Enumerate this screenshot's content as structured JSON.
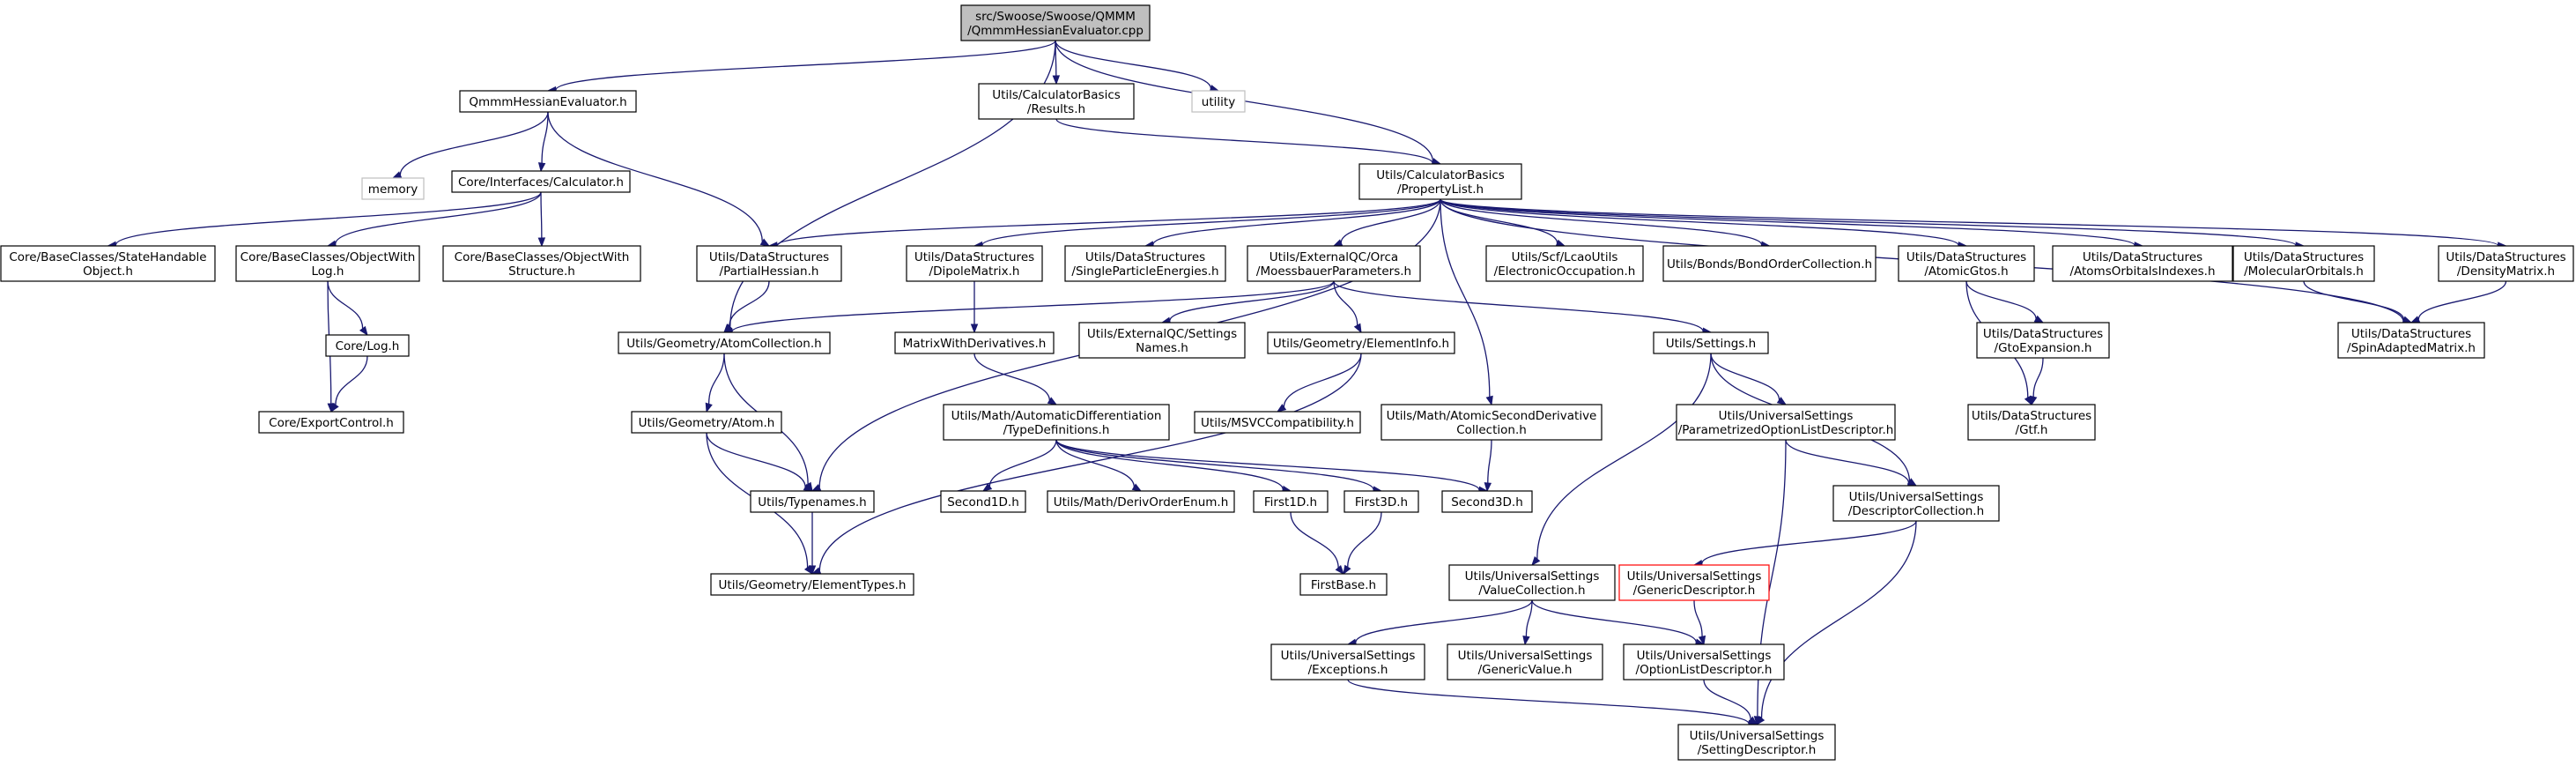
{
  "colors": {
    "edge": "#191970",
    "root_fill": "#bfbfbf",
    "node_border": "#000000",
    "external_border": "#bfbfbf",
    "missing_border": "#ff0000"
  },
  "nodes": [
    {
      "id": "root",
      "lines": [
        "src/Swoose/Swoose/QMMM",
        "/QmmmHessianEvaluator.cpp"
      ],
      "kind": "root"
    },
    {
      "id": "qmmm_h",
      "lines": [
        "QmmmHessianEvaluator.h"
      ],
      "kind": "normal"
    },
    {
      "id": "results",
      "lines": [
        "Utils/CalculatorBasics",
        "/Results.h"
      ],
      "kind": "normal"
    },
    {
      "id": "utility",
      "lines": [
        "utility"
      ],
      "kind": "external"
    },
    {
      "id": "memory",
      "lines": [
        "memory"
      ],
      "kind": "external"
    },
    {
      "id": "calculator",
      "lines": [
        "Core/Interfaces/Calculator.h"
      ],
      "kind": "normal"
    },
    {
      "id": "proplist",
      "lines": [
        "Utils/CalculatorBasics",
        "/PropertyList.h"
      ],
      "kind": "normal"
    },
    {
      "id": "statehandable",
      "lines": [
        "Core/BaseClasses/StateHandable",
        "Object.h"
      ],
      "kind": "normal"
    },
    {
      "id": "objwithlog",
      "lines": [
        "Core/BaseClasses/ObjectWith",
        "Log.h"
      ],
      "kind": "normal"
    },
    {
      "id": "objwithstruct",
      "lines": [
        "Core/BaseClasses/ObjectWith",
        "Structure.h"
      ],
      "kind": "normal"
    },
    {
      "id": "partialhessian",
      "lines": [
        "Utils/DataStructures",
        "/PartialHessian.h"
      ],
      "kind": "normal"
    },
    {
      "id": "dipolematrix",
      "lines": [
        "Utils/DataStructures",
        "/DipoleMatrix.h"
      ],
      "kind": "normal"
    },
    {
      "id": "singleparticle",
      "lines": [
        "Utils/DataStructures",
        "/SingleParticleEnergies.h"
      ],
      "kind": "normal"
    },
    {
      "id": "moessbauer",
      "lines": [
        "Utils/ExternalQC/Orca",
        "/MoessbauerParameters.h"
      ],
      "kind": "normal"
    },
    {
      "id": "lcao",
      "lines": [
        "Utils/Scf/LcaoUtils",
        "/ElectronicOccupation.h"
      ],
      "kind": "normal"
    },
    {
      "id": "bondorder",
      "lines": [
        "Utils/Bonds/BondOrderCollection.h"
      ],
      "kind": "normal"
    },
    {
      "id": "atomicgtos",
      "lines": [
        "Utils/DataStructures",
        "/AtomicGtos.h"
      ],
      "kind": "normal"
    },
    {
      "id": "atomsorbital",
      "lines": [
        "Utils/DataStructures",
        "/AtomsOrbitalsIndexes.h"
      ],
      "kind": "normal"
    },
    {
      "id": "molecularorbitals",
      "lines": [
        "Utils/DataStructures",
        "/MolecularOrbitals.h"
      ],
      "kind": "normal"
    },
    {
      "id": "densitymatrix",
      "lines": [
        "Utils/DataStructures",
        "/DensityMatrix.h"
      ],
      "kind": "normal"
    },
    {
      "id": "corelog",
      "lines": [
        "Core/Log.h"
      ],
      "kind": "normal"
    },
    {
      "id": "exportcontrol",
      "lines": [
        "Core/ExportControl.h"
      ],
      "kind": "normal"
    },
    {
      "id": "atomcollection",
      "lines": [
        "Utils/Geometry/AtomCollection.h"
      ],
      "kind": "normal"
    },
    {
      "id": "matrixwithderiv",
      "lines": [
        "MatrixWithDerivatives.h"
      ],
      "kind": "normal"
    },
    {
      "id": "settingsnames",
      "lines": [
        "Utils/ExternalQC/Settings",
        "Names.h"
      ],
      "kind": "normal"
    },
    {
      "id": "elementinfo",
      "lines": [
        "Utils/Geometry/ElementInfo.h"
      ],
      "kind": "normal"
    },
    {
      "id": "settings",
      "lines": [
        "Utils/Settings.h"
      ],
      "kind": "normal"
    },
    {
      "id": "gtoexpansion",
      "lines": [
        "Utils/DataStructures",
        "/GtoExpansion.h"
      ],
      "kind": "normal"
    },
    {
      "id": "spinadapted",
      "lines": [
        "Utils/DataStructures",
        "/SpinAdaptedMatrix.h"
      ],
      "kind": "normal"
    },
    {
      "id": "atom",
      "lines": [
        "Utils/Geometry/Atom.h"
      ],
      "kind": "normal"
    },
    {
      "id": "typedefs",
      "lines": [
        "Utils/Math/AutomaticDifferentiation",
        "/TypeDefinitions.h"
      ],
      "kind": "normal"
    },
    {
      "id": "msvc",
      "lines": [
        "Utils/MSVCCompatibility.h"
      ],
      "kind": "normal"
    },
    {
      "id": "atomicsecond",
      "lines": [
        "Utils/Math/AtomicSecondDerivative",
        "Collection.h"
      ],
      "kind": "normal"
    },
    {
      "id": "parametrized",
      "lines": [
        "Utils/UniversalSettings",
        "/ParametrizedOptionListDescriptor.h"
      ],
      "kind": "normal"
    },
    {
      "id": "gtf",
      "lines": [
        "Utils/DataStructures",
        "/Gtf.h"
      ],
      "kind": "normal"
    },
    {
      "id": "typenames",
      "lines": [
        "Utils/Typenames.h"
      ],
      "kind": "normal"
    },
    {
      "id": "second1d",
      "lines": [
        "Second1D.h"
      ],
      "kind": "normal"
    },
    {
      "id": "derivorder",
      "lines": [
        "Utils/Math/DerivOrderEnum.h"
      ],
      "kind": "normal"
    },
    {
      "id": "first1d",
      "lines": [
        "First1D.h"
      ],
      "kind": "normal"
    },
    {
      "id": "first3d",
      "lines": [
        "First3D.h"
      ],
      "kind": "normal"
    },
    {
      "id": "second3d",
      "lines": [
        "Second3D.h"
      ],
      "kind": "normal"
    },
    {
      "id": "descriptorcoll",
      "lines": [
        "Utils/UniversalSettings",
        "/DescriptorCollection.h"
      ],
      "kind": "normal"
    },
    {
      "id": "elementtypes",
      "lines": [
        "Utils/Geometry/ElementTypes.h"
      ],
      "kind": "normal"
    },
    {
      "id": "firstbase",
      "lines": [
        "FirstBase.h"
      ],
      "kind": "normal"
    },
    {
      "id": "valuecollection",
      "lines": [
        "Utils/UniversalSettings",
        "/ValueCollection.h"
      ],
      "kind": "normal"
    },
    {
      "id": "genericdescriptor",
      "lines": [
        "Utils/UniversalSettings",
        "/GenericDescriptor.h"
      ],
      "kind": "missing"
    },
    {
      "id": "exceptions",
      "lines": [
        "Utils/UniversalSettings",
        "/Exceptions.h"
      ],
      "kind": "normal"
    },
    {
      "id": "genericvalue",
      "lines": [
        "Utils/UniversalSettings",
        "/GenericValue.h"
      ],
      "kind": "normal"
    },
    {
      "id": "optionlist",
      "lines": [
        "Utils/UniversalSettings",
        "/OptionListDescriptor.h"
      ],
      "kind": "normal"
    },
    {
      "id": "settingdescriptor",
      "lines": [
        "Utils/UniversalSettings",
        "/SettingDescriptor.h"
      ],
      "kind": "normal"
    }
  ],
  "edges": [
    [
      "root",
      "qmmm_h"
    ],
    [
      "root",
      "results"
    ],
    [
      "root",
      "utility"
    ],
    [
      "root",
      "proplist"
    ],
    [
      "root",
      "atomcollection"
    ],
    [
      "qmmm_h",
      "memory"
    ],
    [
      "qmmm_h",
      "calculator"
    ],
    [
      "qmmm_h",
      "partialhessian"
    ],
    [
      "results",
      "proplist"
    ],
    [
      "calculator",
      "statehandable"
    ],
    [
      "calculator",
      "objwithlog"
    ],
    [
      "calculator",
      "objwithstruct"
    ],
    [
      "objwithlog",
      "corelog"
    ],
    [
      "objwithlog",
      "exportcontrol"
    ],
    [
      "corelog",
      "exportcontrol"
    ],
    [
      "proplist",
      "partialhessian"
    ],
    [
      "proplist",
      "typenames"
    ],
    [
      "proplist",
      "dipolematrix"
    ],
    [
      "proplist",
      "singleparticle"
    ],
    [
      "proplist",
      "moessbauer"
    ],
    [
      "proplist",
      "atomicsecond"
    ],
    [
      "proplist",
      "lcao"
    ],
    [
      "proplist",
      "bondorder"
    ],
    [
      "proplist",
      "atomicgtos"
    ],
    [
      "proplist",
      "atomsorbital"
    ],
    [
      "proplist",
      "molecularorbitals"
    ],
    [
      "proplist",
      "densitymatrix"
    ],
    [
      "proplist",
      "spinadapted"
    ],
    [
      "partialhessian",
      "atomcollection"
    ],
    [
      "dipolematrix",
      "matrixwithderiv"
    ],
    [
      "moessbauer",
      "atomcollection"
    ],
    [
      "moessbauer",
      "settingsnames"
    ],
    [
      "moessbauer",
      "elementinfo"
    ],
    [
      "moessbauer",
      "settings"
    ],
    [
      "atomicgtos",
      "gtoexpansion"
    ],
    [
      "atomicgtos",
      "gtf"
    ],
    [
      "gtoexpansion",
      "gtf"
    ],
    [
      "molecularorbitals",
      "spinadapted"
    ],
    [
      "densitymatrix",
      "spinadapted"
    ],
    [
      "atomcollection",
      "atom"
    ],
    [
      "atomcollection",
      "typenames"
    ],
    [
      "atom",
      "typenames"
    ],
    [
      "atom",
      "elementtypes"
    ],
    [
      "typenames",
      "elementtypes"
    ],
    [
      "matrixwithderiv",
      "typedefs"
    ],
    [
      "elementinfo",
      "msvc"
    ],
    [
      "elementinfo",
      "elementtypes"
    ],
    [
      "typedefs",
      "second1d"
    ],
    [
      "typedefs",
      "derivorder"
    ],
    [
      "typedefs",
      "first1d"
    ],
    [
      "typedefs",
      "first3d"
    ],
    [
      "typedefs",
      "second3d"
    ],
    [
      "first1d",
      "firstbase"
    ],
    [
      "first3d",
      "firstbase"
    ],
    [
      "atomicsecond",
      "second3d"
    ],
    [
      "settings",
      "parametrized"
    ],
    [
      "settings",
      "descriptorcoll"
    ],
    [
      "settings",
      "valuecollection"
    ],
    [
      "parametrized",
      "descriptorcoll"
    ],
    [
      "parametrized",
      "settingdescriptor"
    ],
    [
      "descriptorcoll",
      "genericdescriptor"
    ],
    [
      "descriptorcoll",
      "settingdescriptor"
    ],
    [
      "genericdescriptor",
      "optionlist"
    ],
    [
      "valuecollection",
      "exceptions"
    ],
    [
      "valuecollection",
      "genericvalue"
    ],
    [
      "valuecollection",
      "optionlist"
    ],
    [
      "exceptions",
      "settingdescriptor"
    ],
    [
      "optionlist",
      "settingdescriptor"
    ]
  ]
}
